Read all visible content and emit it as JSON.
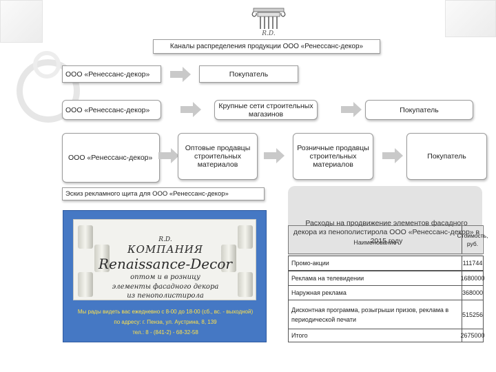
{
  "header": {
    "logo_text": "R.D.",
    "title": "Каналы распределения продукции ООО «Ренессанс-декор»"
  },
  "channels": {
    "row1": {
      "producer": "ООО «Ренессанс-декор»",
      "buyer": "Покупатель"
    },
    "row2": {
      "producer": "ООО «Ренессанс-декор»",
      "intermediary": "Крупные сети строительных магазинов",
      "buyer": "Покупатель"
    },
    "row3": {
      "producer": "ООО «Ренессанс-декор»",
      "wholesale": "Оптовые продавцы строительных материалов",
      "retail": "Розничные продавцы строительных материалов",
      "buyer": "Покупатель"
    }
  },
  "ad_caption": "Эскиз рекламного щита для ООО «Ренессанс-декор»",
  "billboard": {
    "mono": "R.D.",
    "company": "КОМПАНИЯ",
    "brand": "Renaissance-Decor",
    "line1": "оптом и в розницу",
    "line2": "элементы фасадного декора",
    "line3": "из пенополистирола",
    "info1": "Мы рады видеть вас ежедневно с 8-00 до 18-00 (сб., вс. - выходной)",
    "info2": "по адресу: г. Пенза, ул. Аустрина, 8, 139",
    "info3": "тел.: 8 - (841-2) - 68-32-58"
  },
  "costs": {
    "title": "Расходы на продвижение элементов фасадного декора из пенополистирола ООО «Ренессанс-декор» в 2015 году",
    "col_name": "Наименование",
    "col_cost": "Стоимость, руб.",
    "rows": [
      {
        "name": "Промо-акции",
        "value": "111744"
      },
      {
        "name": "Реклама на телевидении",
        "value": "1680000"
      },
      {
        "name": "Наружная реклама",
        "value": "368000"
      },
      {
        "name": "Дисконтная программа, розыгрыши призов, реклама в периодической печати",
        "value": "515256"
      },
      {
        "name": "Итого",
        "value": "2675000"
      }
    ]
  }
}
